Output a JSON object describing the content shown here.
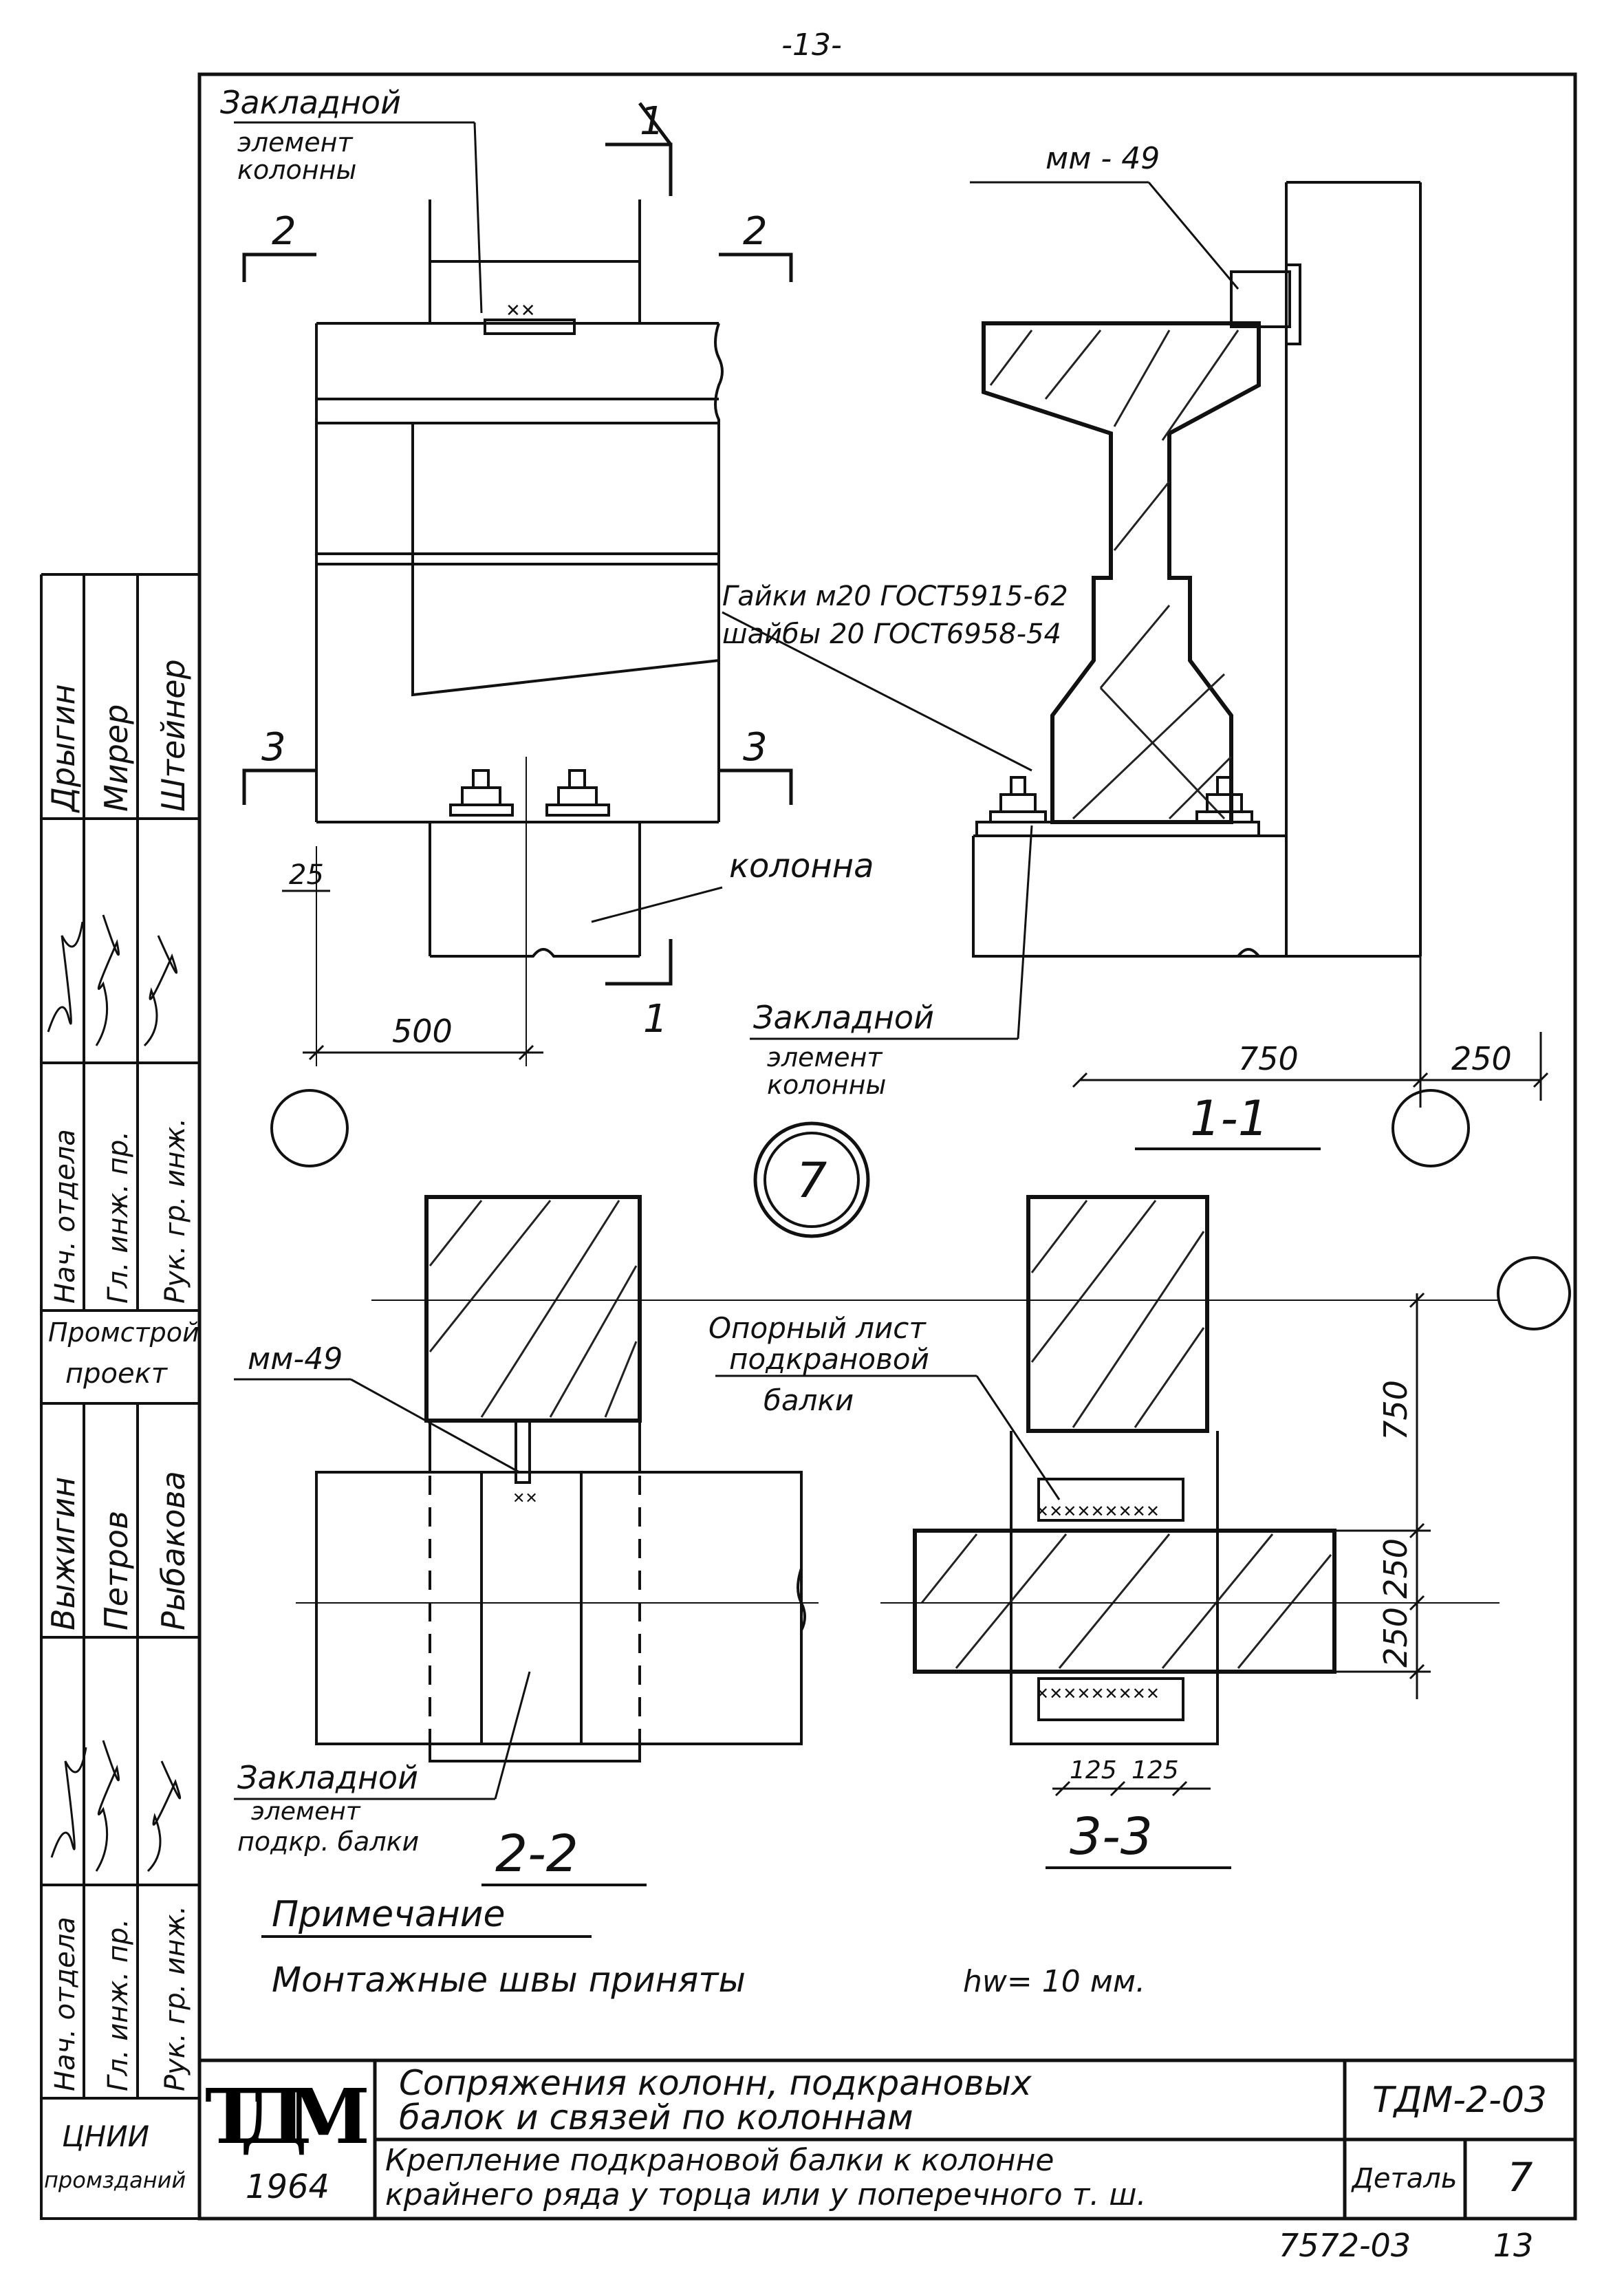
{
  "page_number": "-13-",
  "sheet_footer": {
    "code": "7572-03",
    "sheet": "13"
  },
  "sections": {
    "s1": "1",
    "s2": "2",
    "s3": "3",
    "s11_title": "1-1",
    "s22_title": "2-2",
    "s33_title": "3-3"
  },
  "detail_marker": "7",
  "labels": {
    "embed_column_l1": "Закладной",
    "embed_column_l2": "элемент",
    "embed_column_l3": "колонны",
    "mm49": "мм - 49",
    "mm49_b": "мм-49",
    "nuts": "Гайки м20 ГОСТ5915-62",
    "washers": "шайбы 20 ГОСТ6958-54",
    "column": "колонна",
    "embed_col2_l1": "Закладной",
    "embed_col2_l2": "элемент",
    "embed_col2_l3": "колонны",
    "support_l1": "Опорный лист",
    "support_l2": "подкрановой",
    "support_l3": "балки",
    "embed_beam_l1": "Закладной",
    "embed_beam_l2": "элемент",
    "embed_beam_l3": "подкр. балки"
  },
  "dimensions": {
    "d25": "25",
    "d500": "500",
    "d750": "750",
    "d250": "250",
    "v750": "750",
    "v250a": "250",
    "v250b": "250",
    "h125a": "125",
    "h125b": "125"
  },
  "note": {
    "title": "Примечание",
    "text": "Монтажные швы приняты",
    "hw": "hw= 10 мм."
  },
  "title_block": {
    "logo": "ТДМ",
    "year": "1964",
    "title_line1": "Сопряжения колонн, подкрановых",
    "title_line2": "балок и связей по колоннам",
    "subtitle_line1": "Крепление подкрановой балки к колонне",
    "subtitle_line2": "крайнего ряда у торца или у поперечного т. ш.",
    "doc_code": "ТДМ-2-03",
    "detail_label": "Деталь",
    "detail_number": "7",
    "org_bottom_l1": "ЦНИИ",
    "org_bottom_l2": "промзданий"
  },
  "stamp": {
    "upper_roles": [
      "Нач. отдела",
      "Гл. инж. пр.",
      "Рук. гр. инж."
    ],
    "upper_names": [
      "Дрыгин",
      "Мирер",
      "Штейнер"
    ],
    "org": [
      "Промстрой",
      "проект"
    ],
    "lower_roles": [
      "Нач. отдела",
      "Гл. инж. пр.",
      "Рук. гр. инж."
    ],
    "lower_names": [
      "Выжигин",
      "Петров",
      "Рыбакова"
    ]
  }
}
